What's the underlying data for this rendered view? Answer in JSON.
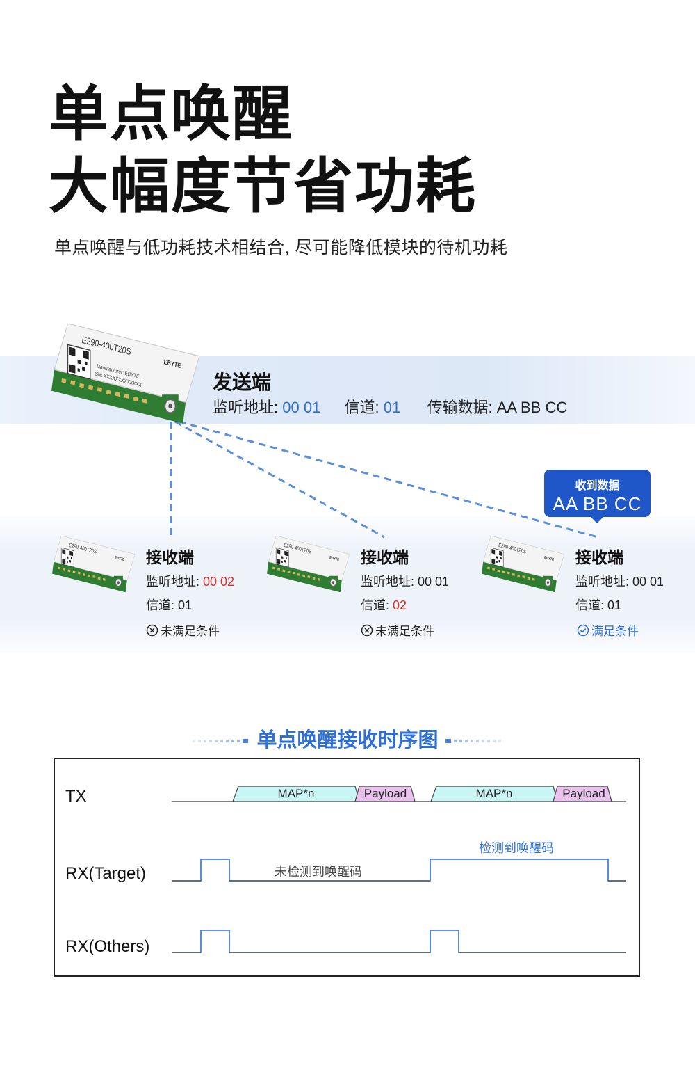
{
  "header": {
    "title_line1": "单点唤醒",
    "title_line2": "大幅度节省功耗",
    "subtitle": "单点唤醒与低功耗技术相结合, 尽可能降低模块的待机功耗"
  },
  "module": {
    "model": "E290-400T20S",
    "brand": "EBYTE",
    "manufacturer": "Manufacturer: EBYTE",
    "sn": "SN: XXXXXXXXXXXXX"
  },
  "sender": {
    "title": "发送端",
    "addr_label": "监听地址: ",
    "addr_value": "00 01",
    "channel_label": "信道: ",
    "channel_value": "01",
    "data_label": "传输数据: ",
    "data_value": "AA BB CC"
  },
  "receivers": [
    {
      "title": "接收端",
      "addr_label": "监听地址: ",
      "addr_value": "00 02",
      "channel_label": "信道: ",
      "channel_value": "01",
      "status": "未满足条件",
      "ok": false
    },
    {
      "title": "接收端",
      "addr_label": "监听地址: ",
      "addr_value": "00 01",
      "channel_label": "信道: ",
      "channel_value": "02",
      "status": "未满足条件",
      "ok": false
    },
    {
      "title": "接收端",
      "addr_label": "监听地址: ",
      "addr_value": "00 01",
      "channel_label": "信道: ",
      "channel_value": "01",
      "status": "满足条件",
      "ok": true
    }
  ],
  "bubble": {
    "label": "收到数据",
    "value": "AA BB CC"
  },
  "timing": {
    "title": "单点唤醒接收时序图",
    "signals": [
      "TX",
      "RX(Target)",
      "RX(Others)"
    ],
    "map_label": "MAP*n",
    "payload_label": "Payload",
    "not_detected": "未检测到唤醒码",
    "detected": "检测到唤醒码"
  },
  "colors": {
    "accent": "#2f6fd8",
    "warning": "#d9312b",
    "bubble": "#1f57c8",
    "map_fill": "#c9f6f4",
    "payload_fill": "#e9c3ee",
    "pcb_green": "#2e7d32"
  },
  "icons": {
    "fail": "circle-x-icon",
    "ok": "circle-check-icon"
  }
}
